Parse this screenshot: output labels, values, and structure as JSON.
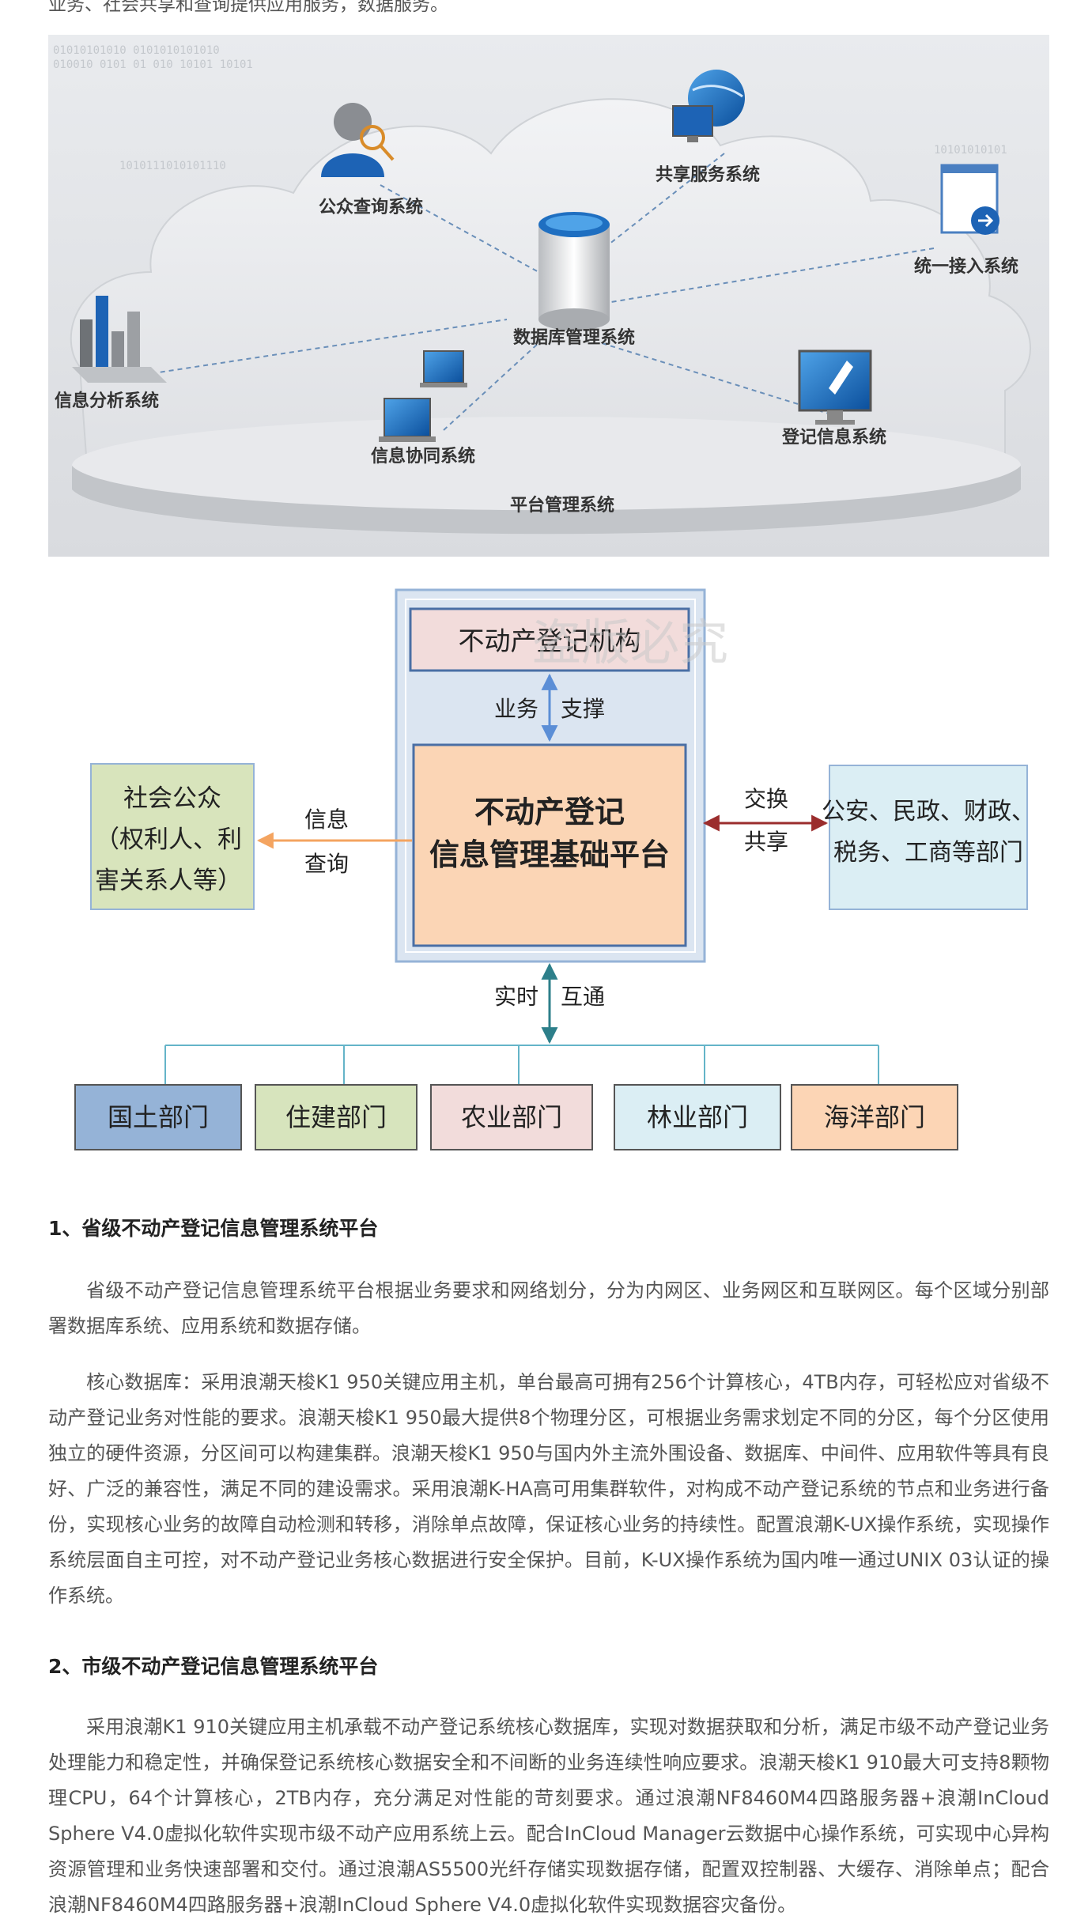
{
  "intro_fragment": "业务、社会共享和查询提供应用服务，数据服务。",
  "figure1": {
    "systems": {
      "public_query": "公众查询系统",
      "shared_service": "共享服务系统",
      "unified_access": "统一接入系统",
      "database": "数据库管理系统",
      "analysis": "信息分析系统",
      "collaboration": "信息协同系统",
      "registration": "登记信息系统",
      "platform": "平台管理系统"
    },
    "binary_text_1": "01010101010 0101010101010",
    "binary_text_2": "010010 0101 01 010 10101 10101",
    "binary_text_3": "1010111010101110",
    "binary_text_4": "10101010101"
  },
  "figure2": {
    "watermark": "盗版必究",
    "agency": "不动产登记机构",
    "support_left": "业务",
    "support_right": "支撑",
    "core_line1": "不动产登记",
    "core_line2": "信息管理基础平台",
    "public_line1": "社会公众",
    "public_line2": "（权利人、利",
    "public_line3": "害关系人等）",
    "query_line1": "信息",
    "query_line2": "查询",
    "exchange_line1": "交换",
    "exchange_line2": "共享",
    "depts_line1": "公安、民政、财政、",
    "depts_line2": "税务、工商等部门",
    "realtime_left": "实时",
    "realtime_right": "互通",
    "bottom_departments": [
      "国土部门",
      "住建部门",
      "农业部门",
      "林业部门",
      "海洋部门"
    ],
    "colors": {
      "agency_fill": "#f2dcdb",
      "core_fill": "#fbd5b5",
      "public_fill": "#d8e4bc",
      "depts_fill": "#dbeef4",
      "container_fill": "#dbe5f1",
      "dept_fills": [
        "#95b3d7",
        "#d7e4bd",
        "#f2dcdb",
        "#dbeef4",
        "#fcd5b5"
      ]
    }
  },
  "section1": {
    "heading": "1、省级不动产登记信息管理系统平台",
    "para1": "省级不动产登记信息管理系统平台根据业务要求和网络划分，分为内网区、业务网区和互联网区。每个区域分别部署数据库系统、应用系统和数据存储。",
    "para2": "核心数据库：采用浪潮天梭K1 950关键应用主机，单台最高可拥有256个计算核心，4TB内存，可轻松应对省级不动产登记业务对性能的要求。浪潮天梭K1 950最大提供8个物理分区，可根据业务需求划定不同的分区，每个分区使用独立的硬件资源，分区间可以构建集群。浪潮天梭K1 950与国内外主流外围设备、数据库、中间件、应用软件等具有良好、广泛的兼容性，满足不同的建设需求。采用浪潮K-HA高可用集群软件，对构成不动产登记系统的节点和业务进行备份，实现核心业务的故障自动检测和转移，消除单点故障，保证核心业务的持续性。配置浪潮K-UX操作系统，实现操作系统层面自主可控，对不动产登记业务核心数据进行安全保护。目前，K-UX操作系统为国内唯一通过UNIX 03认证的操作系统。"
  },
  "section2": {
    "heading": "2、市级不动产登记信息管理系统平台",
    "para1": "采用浪潮K1 910关键应用主机承载不动产登记系统核心数据库，实现对数据获取和分析，满足市级不动产登记业务处理能力和稳定性，并确保登记系统核心数据安全和不间断的业务连续性响应要求。浪潮天梭K1 910最大可支持8颗物理CPU，64个计算核心，2TB内存，充分满足对性能的苛刻要求。通过浪潮NF8460M4四路服务器+浪潮InCloud Sphere V4.0虚拟化软件实现市级不动产应用系统上云。配合InCloud Manager云数据中心操作系统，可实现中心异构资源管理和业务快速部署和交付。通过浪潮AS5500光纤存储实现数据存储，配置双控制器、大缓存、消除单点；配合浪潮NF8460M4四路服务器+浪潮InCloud Sphere V4.0虚拟化软件实现数据容灾备份。"
  }
}
